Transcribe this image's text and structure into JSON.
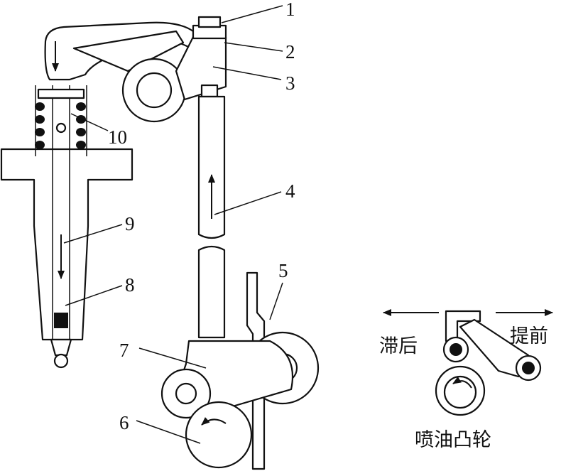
{
  "labels": {
    "l1": "1",
    "l2": "2",
    "l3": "3",
    "l4": "4",
    "l5": "5",
    "l6": "6",
    "l7": "7",
    "l8": "8",
    "l9": "9",
    "l10": "10"
  },
  "inset": {
    "retard": "滞后",
    "advance": "提前",
    "caption": "喷油凸轮"
  }
}
